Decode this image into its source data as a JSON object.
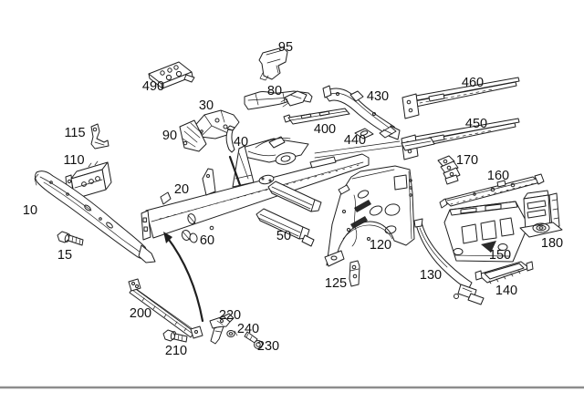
{
  "diagram": {
    "kind": "exploded-parts-diagram",
    "background_color": "#ffffff",
    "line_color": "#1f1f1f",
    "divider_color": "#8c8c8c",
    "label_color": "#111111"
  },
  "labels": {
    "p10": "10",
    "p15": "15",
    "p20": "20",
    "p30": "30",
    "p40": "40",
    "p50": "50",
    "p60": "60",
    "p80": "80",
    "p90": "90",
    "p95": "95",
    "p110": "110",
    "p115": "115",
    "p120": "120",
    "p125": "125",
    "p130": "130",
    "p140": "140",
    "p150": "150",
    "p160": "160",
    "p170": "170",
    "p180": "180",
    "p200": "200",
    "p210": "210",
    "p220": "220",
    "p230": "230",
    "p240": "240",
    "p400": "400",
    "p430": "430",
    "p440": "440",
    "p450": "450",
    "p460": "460",
    "p490": "490"
  }
}
